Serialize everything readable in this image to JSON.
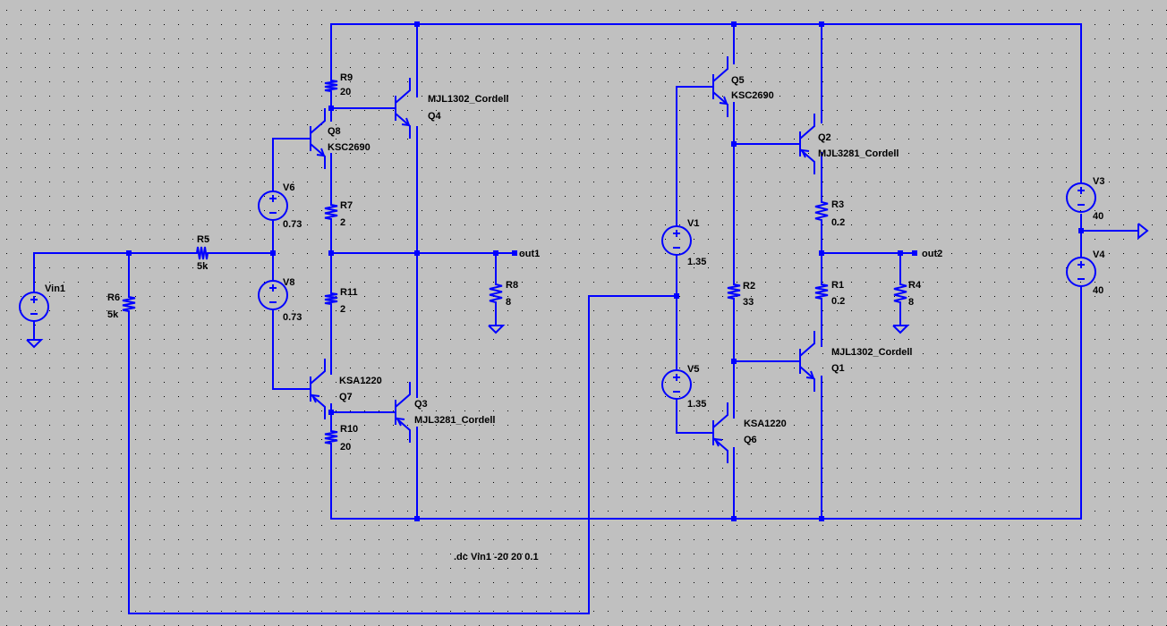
{
  "colors": {
    "background": "#c0c0c0",
    "grid_dot": "#000000",
    "wire": "#0000ff",
    "text": "#000000"
  },
  "schematic": {
    "directive": ".dc Vin1 -20 20 0.1",
    "nets": {
      "out1": "out1",
      "out2": "out2"
    },
    "voltage_sources": [
      {
        "ref": "Vin1",
        "value": ""
      },
      {
        "ref": "V6",
        "value": "0.73"
      },
      {
        "ref": "V8",
        "value": "0.73"
      },
      {
        "ref": "V1",
        "value": "1.35"
      },
      {
        "ref": "V5",
        "value": "1.35"
      },
      {
        "ref": "V3",
        "value": "40"
      },
      {
        "ref": "V4",
        "value": "40"
      }
    ],
    "resistors": [
      {
        "ref": "R5",
        "value": "5k"
      },
      {
        "ref": "R6",
        "value": "5k"
      },
      {
        "ref": "R9",
        "value": "20"
      },
      {
        "ref": "R7",
        "value": "2"
      },
      {
        "ref": "R11",
        "value": "2"
      },
      {
        "ref": "R10",
        "value": "20"
      },
      {
        "ref": "R8",
        "value": "8"
      },
      {
        "ref": "R2",
        "value": "33"
      },
      {
        "ref": "R3",
        "value": "0.2"
      },
      {
        "ref": "R1",
        "value": "0.2"
      },
      {
        "ref": "R4",
        "value": "8"
      }
    ],
    "transistors": [
      {
        "ref": "Q8",
        "model": "KSC2690"
      },
      {
        "ref": "Q4",
        "model": "MJL1302_Cordell"
      },
      {
        "ref": "Q7",
        "model": "KSA1220"
      },
      {
        "ref": "Q3",
        "model": "MJL3281_Cordell"
      },
      {
        "ref": "Q5",
        "model": "KSC2690"
      },
      {
        "ref": "Q2",
        "model": "MJL3281_Cordell"
      },
      {
        "ref": "Q6",
        "model": "KSA1220"
      },
      {
        "ref": "Q1",
        "model": "MJL1302_Cordell"
      }
    ]
  }
}
